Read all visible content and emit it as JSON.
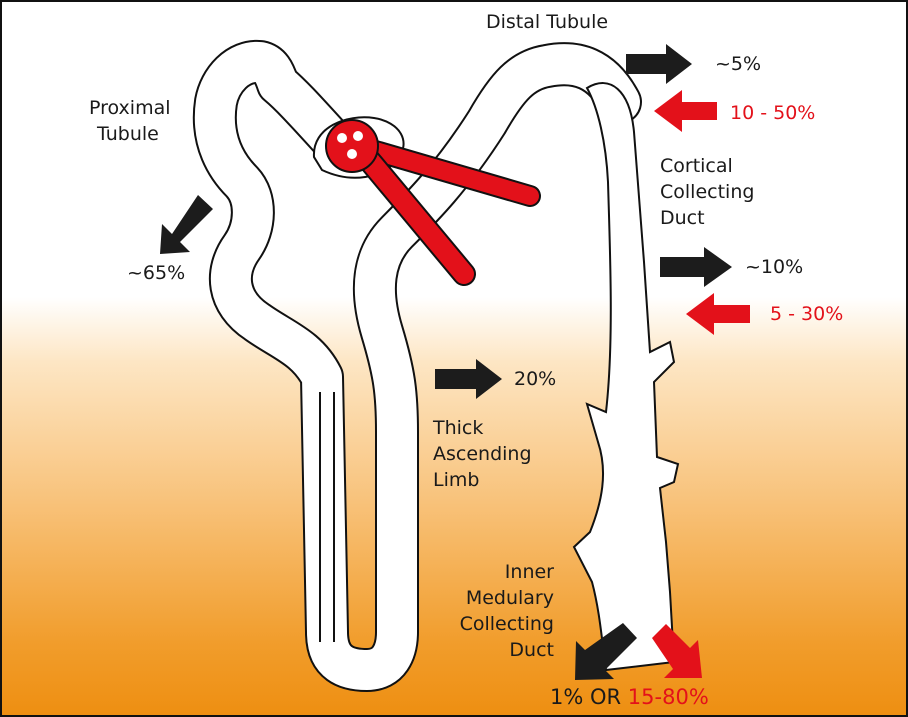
{
  "labels": {
    "distal": "Distal Tubule",
    "proximal_1": "Proximal",
    "proximal_2": "Tubule",
    "cortical_1": "Cortical",
    "cortical_2": "Collecting",
    "cortical_3": "Duct",
    "thick_1": "Thick",
    "thick_2": "Ascending",
    "thick_3": "Limb",
    "inner_1": "Inner",
    "inner_2": "Medulary",
    "inner_3": "Collecting",
    "inner_4": "Duct"
  },
  "values": {
    "proximal": "~65%",
    "thick": "20%",
    "distal_black": "~5%",
    "distal_red": "10 - 50%",
    "cortical_black": "~10%",
    "cortical_red": "5 - 30%",
    "final_black": "1% OR ",
    "final_red": "15-80%"
  },
  "colors": {
    "black_arrow": "#1c1c1c",
    "red_arrow": "#e3111a",
    "tubule_fill": "#ffffff",
    "tubule_outline": "#111111",
    "vessel": "#e3111a",
    "background_top": "#ffffff",
    "background_bottom": "#ee8e10"
  },
  "icons": {
    "black_arrow": "right-arrow-black",
    "red_arrow": "left-arrow-red",
    "glomerulus": "glomerulus-vessel"
  }
}
